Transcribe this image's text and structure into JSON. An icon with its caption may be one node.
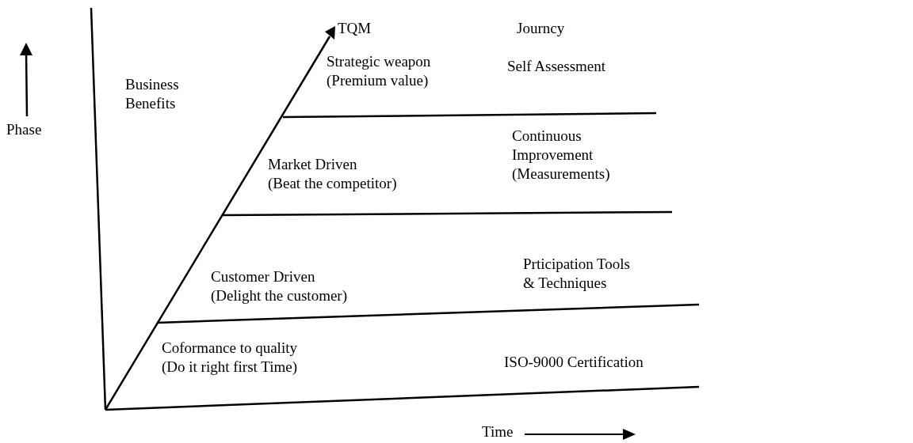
{
  "diagram": {
    "labels": [
      "TQM",
      "Phase",
      "Business Benefits",
      "Journcy",
      "Strategic weapon (Premium value)",
      "Self Assessment",
      "Market Driven (Beat the competitor)",
      "Continuous Improvement (Measurements)",
      "Customer Driven (Delight the customer)",
      "Prticipation Tools & Techniques",
      "Coformance to quality (Do it right first Time)",
      "ISO-9000 Certification",
      "Time"
    ]
  }
}
